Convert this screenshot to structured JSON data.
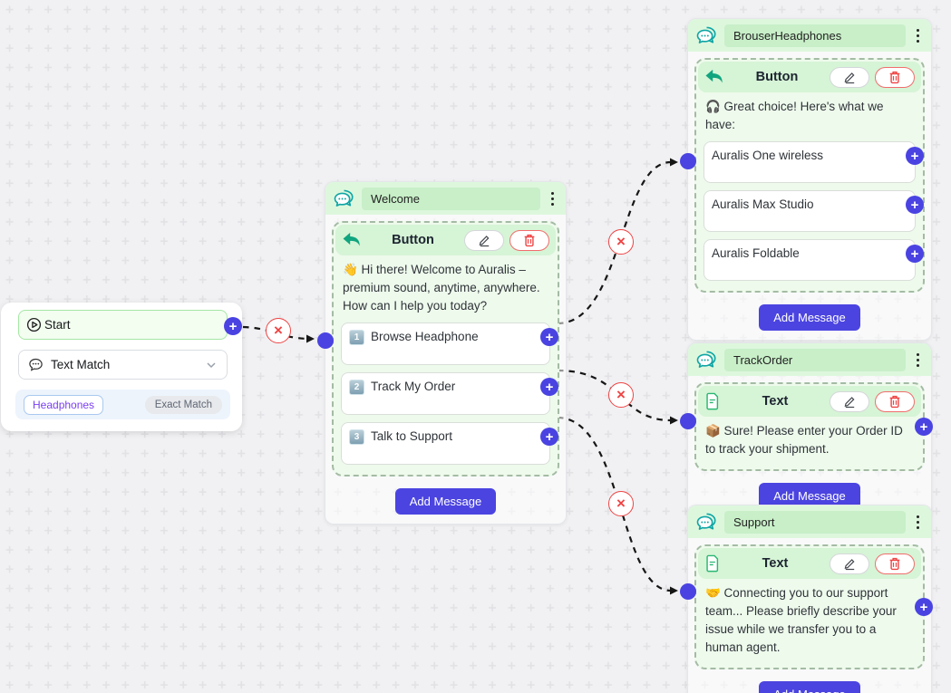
{
  "start_panel": {
    "start_label": "Start",
    "trigger_label": "Text Match",
    "keyword_chip": "Headphones",
    "match_chip": "Exact Match"
  },
  "nodes": {
    "welcome": {
      "title": "Welcome",
      "block_type": "Button",
      "line1": "👋 Hi there! Welcome to Auralis – premium sound, anytime, anywhere.",
      "line2": "How can I help you today?",
      "options": [
        {
          "badge": "1",
          "label": "Browse Headphone"
        },
        {
          "badge": "2",
          "label": "Track My Order"
        },
        {
          "badge": "3",
          "label": "Talk to Support"
        }
      ],
      "add_message": "Add Message"
    },
    "browse": {
      "title": "BrouserHeadphones",
      "block_type": "Button",
      "line1": "🎧 Great choice! Here's what we have:",
      "options": [
        {
          "label": "Auralis One wireless"
        },
        {
          "label": "Auralis Max Studio"
        },
        {
          "label": "Auralis Foldable"
        }
      ],
      "add_message": "Add Message"
    },
    "track": {
      "title": "TrackOrder",
      "block_type": "Text",
      "text": "📦 Sure! Please enter your Order ID to track your shipment.",
      "add_message": "Add Message"
    },
    "support": {
      "title": "Support",
      "block_type": "Text",
      "text": "🤝 Connecting you to our support team... Please briefly describe your issue while we transfer you to a human agent.",
      "add_message": "Add Message"
    }
  },
  "colors": {
    "accent_indigo": "#4a43e2",
    "teal": "#0ea5a5",
    "header_green": "#ddf7dd",
    "label_green": "#c8efc8",
    "block_green": "#eefaec",
    "danger_red": "#ef4444",
    "canvas_bg": "#f1f1f3"
  }
}
